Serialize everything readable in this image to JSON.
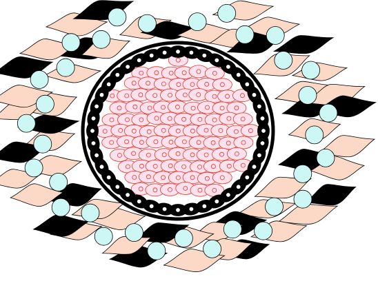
{
  "colors": {
    "background": "#ffffff",
    "dark_cell": "#000000",
    "light_cell": "#fbd9c6",
    "round_cell": "#cdf7f5",
    "inner_cell_fill": "#fde1ec",
    "inner_cell_stroke": "#e8342a",
    "outline": "#000000"
  },
  "icons": {
    "dark_cell": "spindle-cell-dark",
    "light_cell": "spindle-cell-light",
    "round_cell": "round-cell",
    "boundary_cell": "boundary-cell-with-nucleus",
    "inner_cell": "inner-cell-with-nucleus"
  }
}
